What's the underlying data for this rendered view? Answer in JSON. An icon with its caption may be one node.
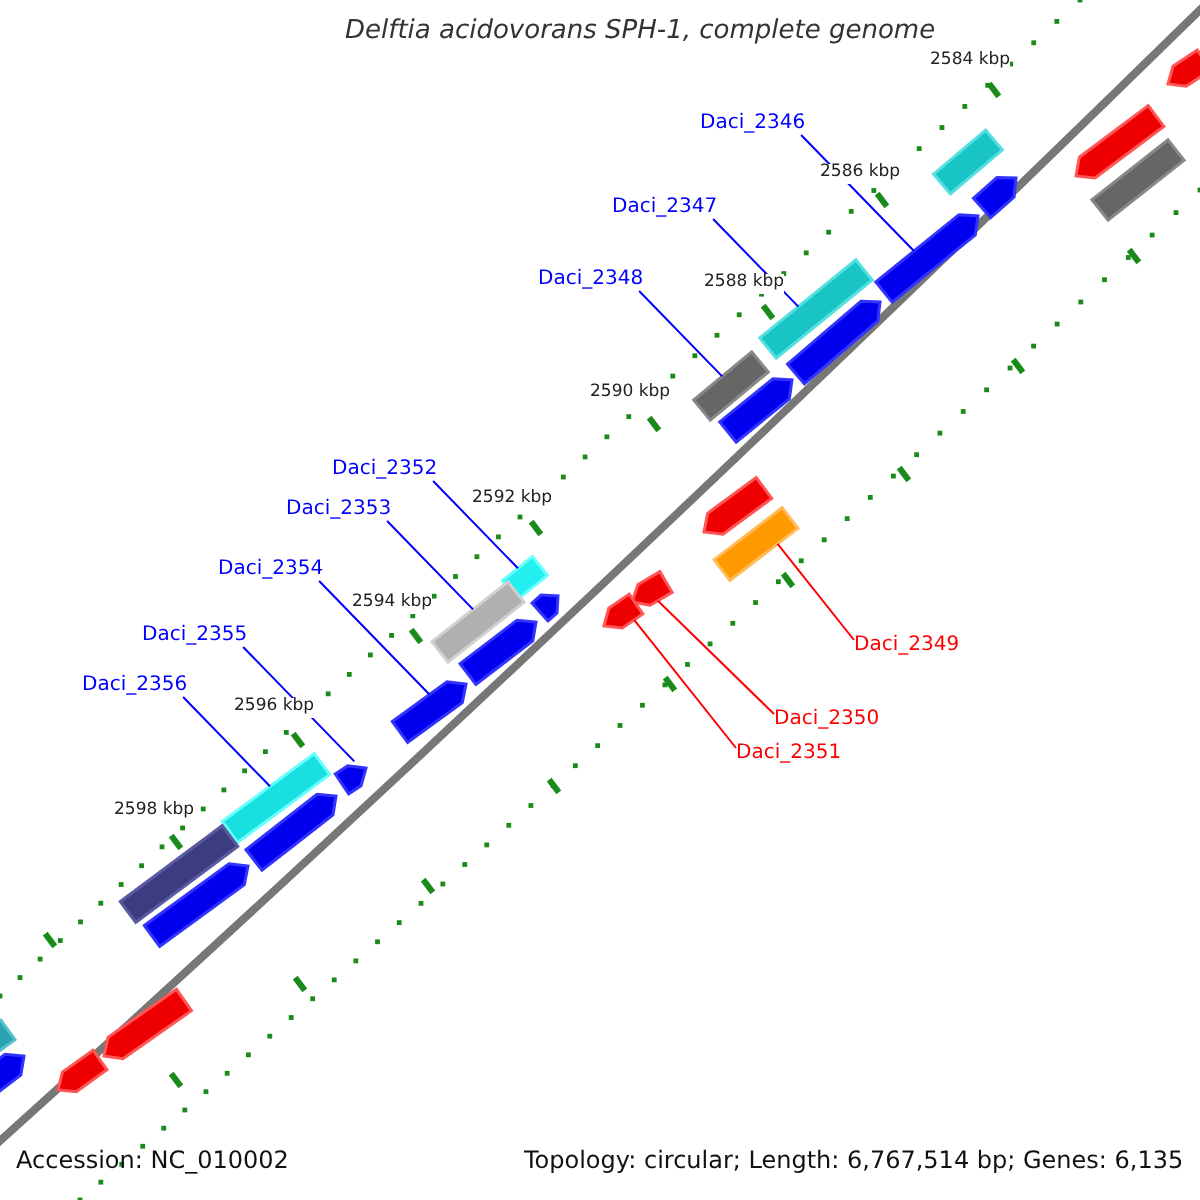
{
  "diagram": {
    "title": "Delftia acidovorans SPH-1, complete genome",
    "nodes": [
      {
        "text": [
          "Daci_2346"
        ]
      },
      {
        "text": [
          "Daci_2347"
        ]
      },
      {
        "text": [
          "Daci_2348"
        ]
      },
      {
        "text": [
          "Daci_2352"
        ]
      },
      {
        "text": [
          "Daci_2353"
        ]
      },
      {
        "text": [
          "Daci_2354"
        ]
      },
      {
        "text": [
          "Daci_2349"
        ]
      },
      {
        "text": [
          "Daci_2355"
        ]
      },
      {
        "text": [
          "Daci_2356"
        ]
      },
      {
        "text": [
          "Daci_2350"
        ]
      },
      {
        "text": [
          "Daci_2351"
        ]
      },
      {
        "text": [],
        "shape": "arrow"
      },
      {
        "text": [],
        "shape": "bar"
      },
      {
        "text": [],
        "shape": "bar"
      },
      {
        "text": [],
        "shape": "bar"
      },
      {
        "text": [],
        "shape": "bar"
      },
      {
        "text": [],
        "shape": "arrow"
      },
      {
        "text": [],
        "shape": "bar"
      },
      {
        "text": [],
        "shape": "arrow"
      },
      {
        "text": [],
        "shape": "bar"
      },
      {
        "text": [],
        "shape": "arrow"
      },
      {
        "text": [],
        "shape": "arrow"
      },
      {
        "text": [],
        "shape": "arrow"
      },
      {
        "text": [],
        "shape": "arrow"
      },
      {
        "text": [],
        "shape": "bar"
      },
      {
        "text": [],
        "shape": "bar"
      },
      {
        "text": [],
        "shape": "arrow"
      },
      {
        "text": [],
        "shape": "arrow"
      },
      {
        "text": [],
        "shape": "arrow"
      },
      {
        "text": [],
        "shape": "arrow"
      },
      {
        "text": [],
        "shape": "arrow"
      },
      {
        "text": [],
        "shape": "arrow"
      },
      {
        "text": [],
        "shape": "bar"
      },
      {
        "text": [],
        "shape": "arrow"
      },
      {
        "text": [],
        "shape": "arrow"
      },
      {
        "text": [],
        "shape": "bar"
      },
      {
        "text": [],
        "shape": "arrow"
      },
      {
        "text": [],
        "shape": "arrow"
      },
      {
        "text": [],
        "shape": "arrow"
      }
    ],
    "edges": [
      {
        "from": 0,
        "to": 11,
        "arrow": "none"
      },
      {
        "from": 1,
        "to": 12,
        "arrow": "none"
      },
      {
        "from": 2,
        "to": 13,
        "arrow": "none"
      },
      {
        "from": 3,
        "to": 14,
        "arrow": "none"
      },
      {
        "from": 4,
        "to": 15,
        "arrow": "none"
      },
      {
        "from": 5,
        "to": 16,
        "arrow": "none"
      },
      {
        "from": 6,
        "to": 17,
        "arrow": "none",
        "color": "#ff0000"
      },
      {
        "from": 7,
        "to": 18,
        "arrow": "none"
      },
      {
        "from": 8,
        "to": 19,
        "arrow": "none"
      },
      {
        "from": 9,
        "to": 20,
        "arrow": "none",
        "color": "#ff0000"
      },
      {
        "from": 10,
        "to": 21,
        "arrow": "none",
        "color": "#ff0000"
      }
    ],
    "labels": [
      "2584 kbp",
      "2586 kbp",
      "2588 kbp",
      "2590 kbp",
      "2592 kbp",
      "2594 kbp",
      "2596 kbp",
      "2598 kbp",
      "Accession: NC_010002",
      "Topology: circular; Length: 6,767,514 bp; Genes: 6,135"
    ]
  }
}
